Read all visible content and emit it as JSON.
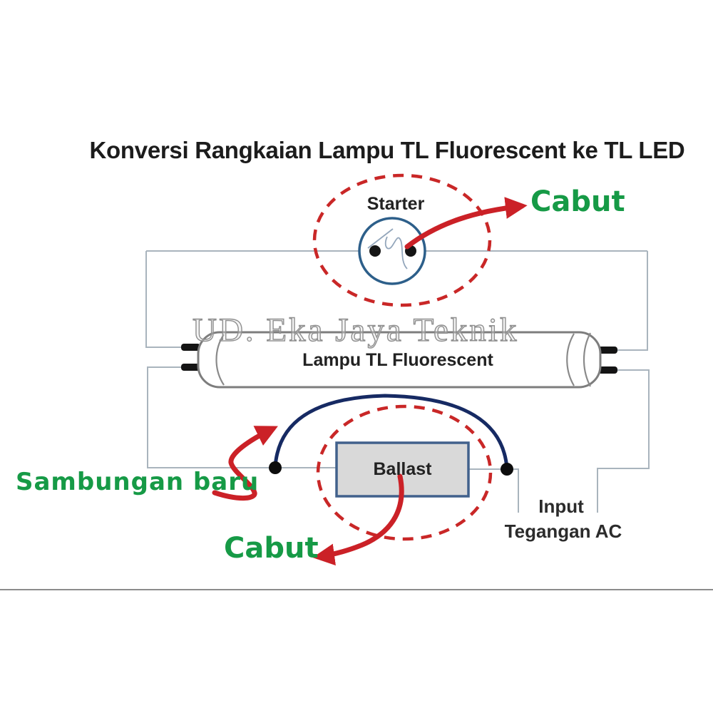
{
  "title": "Konversi Rangkaian Lampu TL Fluorescent ke TL LED",
  "watermark": "UD. Eka Jaya Teknik",
  "components": {
    "starter_label": "Starter",
    "lamp_label": "Lampu TL Fluorescent",
    "ballast_label": "Ballast"
  },
  "annotations": {
    "remove_starter": "Cabut",
    "remove_ballast": "Cabut",
    "new_connection": "Sambungan baru",
    "ac_input_line1": "Input",
    "ac_input_line2": "Tegangan AC"
  },
  "colors": {
    "annotation_red": "#c92727",
    "annotation_green": "#169a46",
    "wire_blue_gray": "#a9b4bd",
    "new_wire_navy": "#162a63",
    "starter_border_blue": "#2d5f8a",
    "ballast_fill_gray": "#d9d9d9",
    "ballast_border_blue": "#41618c",
    "tube_border_gray": "#7d7d7d",
    "text_black": "#1c1c1c",
    "watermark_gray": "#8f8f8f",
    "bottom_rule_gray": "#8c8c8c"
  }
}
